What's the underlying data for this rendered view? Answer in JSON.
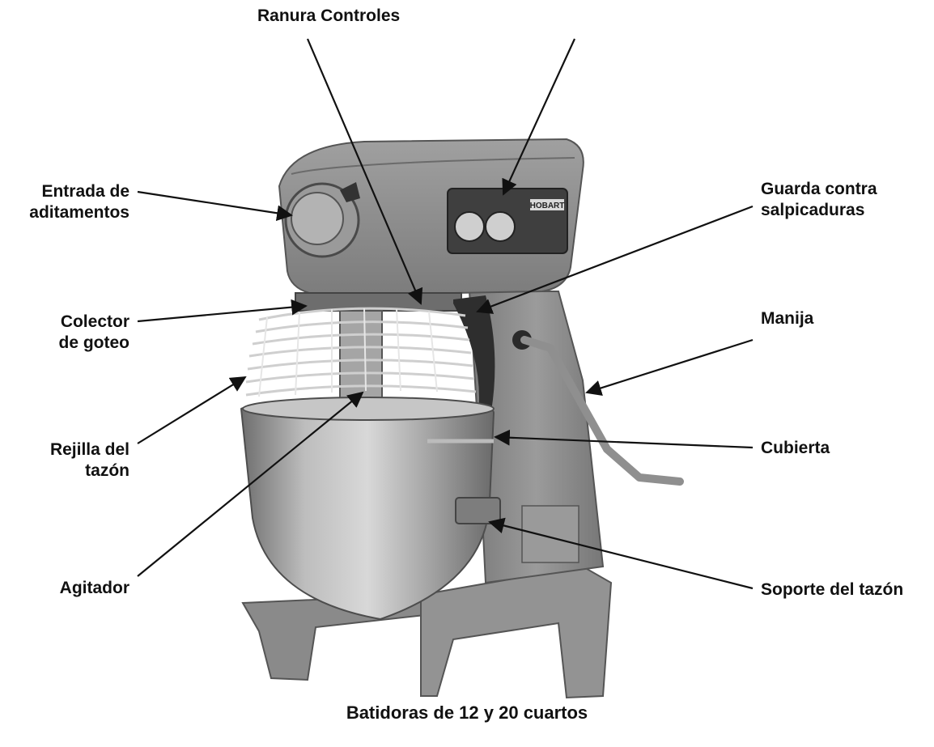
{
  "labels": {
    "ranura_controles": "Ranura Controles",
    "entrada_1": "Entrada de",
    "entrada_2": "aditamentos",
    "guarda_1": "Guarda contra",
    "guarda_2": "salpicaduras",
    "colector_1": "Colector",
    "colector_2": "de goteo",
    "manija": "Manija",
    "rejilla_1": "Rejilla del",
    "rejilla_2": "tazón",
    "cubierta": "Cubierta",
    "agitador": "Agitador",
    "soporte": "Soporte del tazón"
  },
  "badge": {
    "brand": "HOBART"
  },
  "caption": "Batidoras de 12 y 20 cuartos",
  "colors": {
    "body": "#8d8d8d",
    "dark": "#555555",
    "bowl": "#a9a9a9",
    "text": "#111111"
  }
}
